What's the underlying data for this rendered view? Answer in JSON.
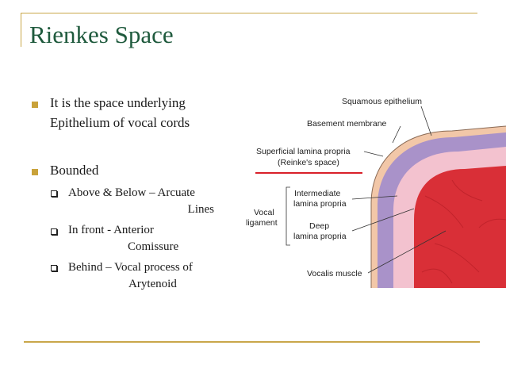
{
  "slide": {
    "title": "Rienkes Space",
    "bullets": [
      {
        "line1": "It is the space underlying",
        "line2": "Epithelium of vocal cords"
      },
      {
        "line1": "Bounded"
      }
    ],
    "sub_bullets": [
      {
        "line1": "Above & Below – Arcuate",
        "line2": "Lines"
      },
      {
        "line1": "In front  - Anterior",
        "line2": "Comissure"
      },
      {
        "line1": "Behind – Vocal process of",
        "line2": "Arytenoid"
      }
    ]
  },
  "figure": {
    "labels": {
      "squamous": "Squamous epithelium",
      "basement": "Basement membrane",
      "superficial": "Superficial lamina propria",
      "reinke": "(Reinke's space)",
      "intermediate_1": "Intermediate",
      "intermediate_2": "lamina propria",
      "deep_1": "Deep",
      "deep_2": "lamina propria",
      "vocal": "Vocal",
      "ligament": "ligament",
      "vocalis": "Vocalis muscle"
    },
    "colors": {
      "epithelium": "#f2c7a8",
      "superficial": "#a992c9",
      "intermediate": "#f3c2cf",
      "muscle": "#d92f37",
      "highlight_line": "#d9202a"
    }
  },
  "theme": {
    "accent": "#c9a74a",
    "title_color": "#1f5a3d"
  }
}
